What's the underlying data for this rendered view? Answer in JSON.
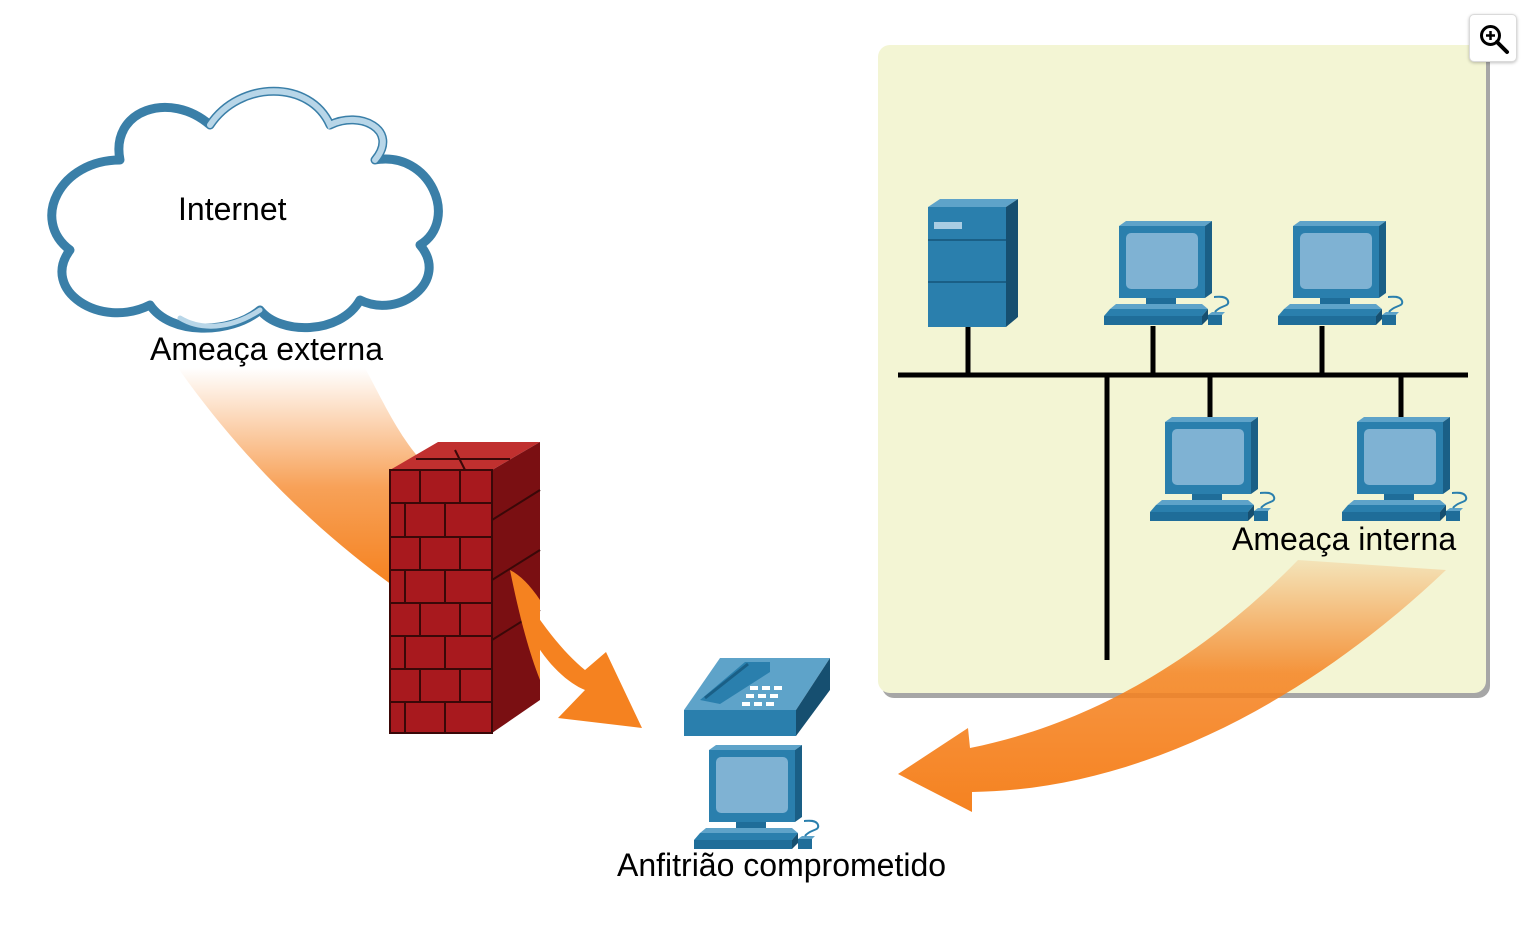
{
  "labels": {
    "internet": "Internet",
    "external_threat": "Ameaça externa",
    "internal_threat": "Ameaça interna",
    "compromised_host": "Anfitrião comprometido"
  },
  "icons": {
    "zoom": "zoom-in-icon",
    "cloud": "cloud-icon",
    "firewall": "firewall-icon",
    "server": "server-icon",
    "workstation": "workstation-icon",
    "ip_phone": "ip-phone-icon"
  },
  "colors": {
    "lan_panel": "#f3f5d4",
    "cloud_stroke": "#3a7fa8",
    "device_blue": "#2a7fad",
    "screen_blue": "#7fb2d3",
    "threat_orange": "#f58220",
    "brick_red": "#a8191e"
  }
}
